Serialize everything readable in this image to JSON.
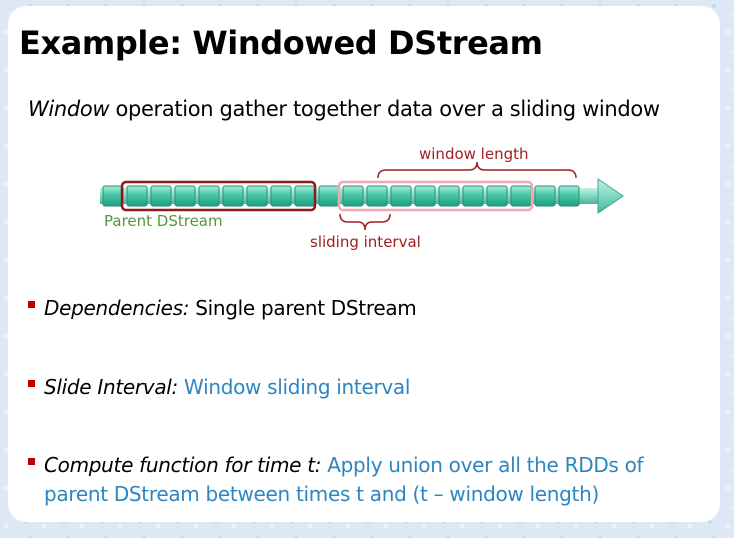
{
  "slide": {
    "title": "Example: Windowed DStream",
    "intro": {
      "emphasis": "Window",
      "rest": " operation gather together data over a sliding window"
    }
  },
  "diagram": {
    "window_length_label": "window length",
    "parent_label": "Parent DStream",
    "sliding_interval_label": "sliding interval",
    "rdd_count": 20,
    "colors": {
      "rdd_fill": "#3fbfa0",
      "stream_bar": "#7fd8c4",
      "first_window_border": "#8b1a1a",
      "second_window_border": "#f0a8b4",
      "brace": "#a02020",
      "parent_label": "#4e9a3a",
      "interval_label": "#a02020"
    }
  },
  "bullets": [
    {
      "term": "Dependencies:",
      "desc": " Single parent DStream"
    },
    {
      "term": "Slide Interval:",
      "desc": " Window sliding interval"
    },
    {
      "term": "Compute function for time t:",
      "desc": " Apply union over all the RDDs of",
      "desc_line2": "parent DStream between times t and (t – window length)"
    }
  ]
}
